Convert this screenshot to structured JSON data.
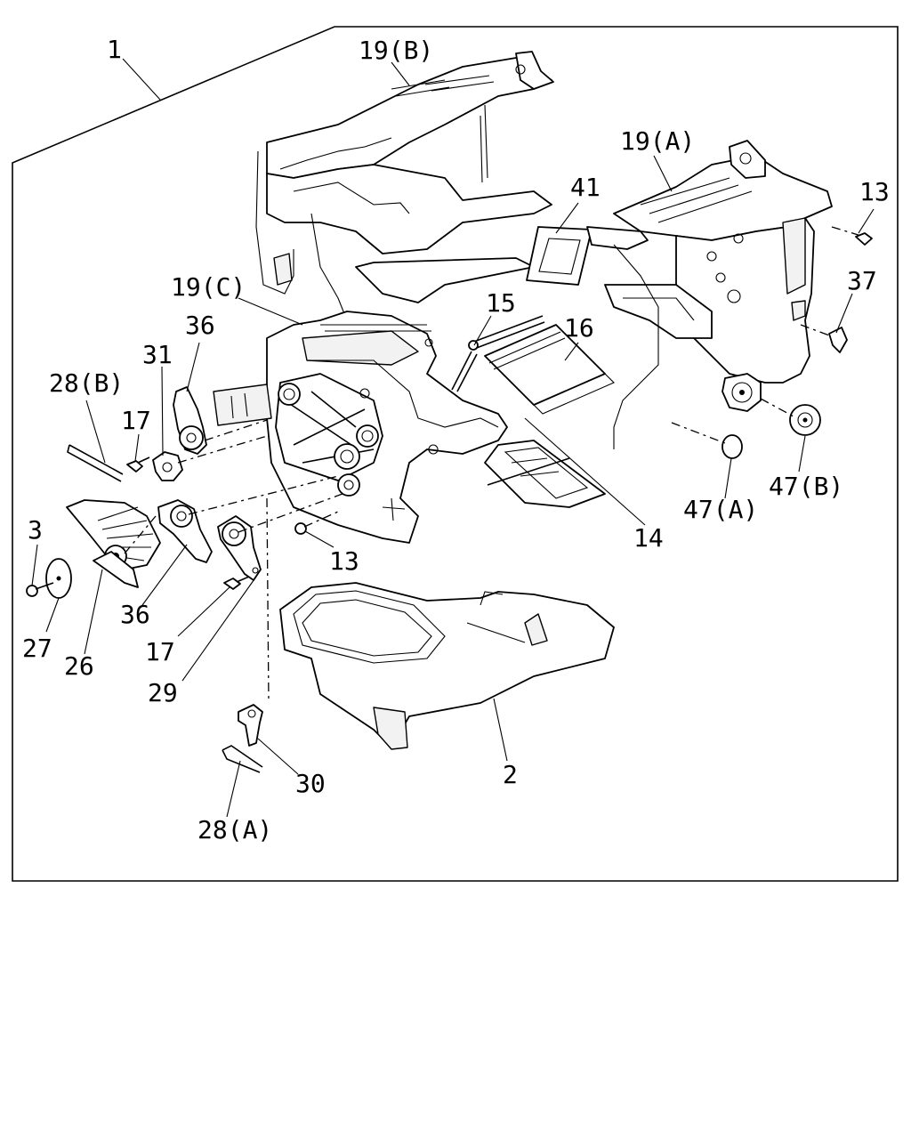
{
  "labels": {
    "l1": "1",
    "l19B": "19(B)",
    "l19A": "19(A)",
    "l41": "41",
    "l13a": "13",
    "l37": "37",
    "l19C": "19(C)",
    "l36a": "36",
    "l15": "15",
    "l16": "16",
    "l31": "31",
    "l28B": "28(B)",
    "l17a": "17",
    "l47A": "47(A)",
    "l47B": "47(B)",
    "l3": "3",
    "l14": "14",
    "l13b": "13",
    "l27": "27",
    "l36b": "36",
    "l26": "26",
    "l17b": "17",
    "l29": "29",
    "l2": "2",
    "l30": "30",
    "l28A": "28(A)"
  }
}
